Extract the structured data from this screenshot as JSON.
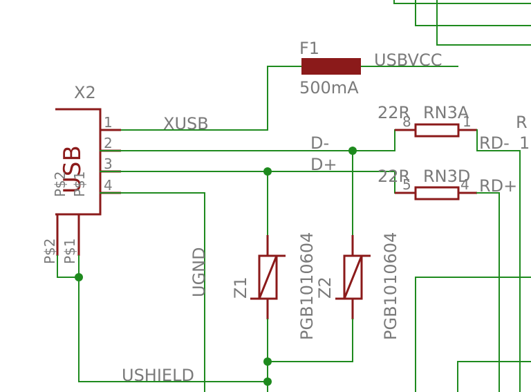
{
  "colors": {
    "wire": "#1e8a1e",
    "part": "#8b1a1a",
    "text": "#7a7a7a",
    "background": "#ffffff"
  },
  "connector": {
    "ref": "X2",
    "name": "USB",
    "pins": [
      "1",
      "2",
      "3",
      "4"
    ],
    "shield_pads_inside": [
      "P$2",
      "P$1"
    ],
    "shield_pads": [
      "P$2",
      "P$1"
    ]
  },
  "fuse": {
    "ref": "F1",
    "value": "500mA",
    "net": "USBVCC"
  },
  "nets": {
    "xusb": "XUSB",
    "dminus": "D-",
    "dplus": "D+",
    "ugnd": "UGND",
    "ushield": "USHIELD",
    "rdminus": "RD-",
    "rdplus": "RD+"
  },
  "resistor_top": {
    "value": "22R",
    "ref": "RN3A",
    "pin_left": "8",
    "pin_right": "1"
  },
  "resistor_bottom": {
    "value": "22R",
    "ref": "RN3D",
    "pin_left": "5",
    "pin_right": "4"
  },
  "tvs1": {
    "ref": "Z1",
    "part": "PGB1010604"
  },
  "tvs2": {
    "ref": "Z2",
    "part": "PGB1010604"
  },
  "edge_text": {
    "r": "R",
    "one": "1"
  }
}
